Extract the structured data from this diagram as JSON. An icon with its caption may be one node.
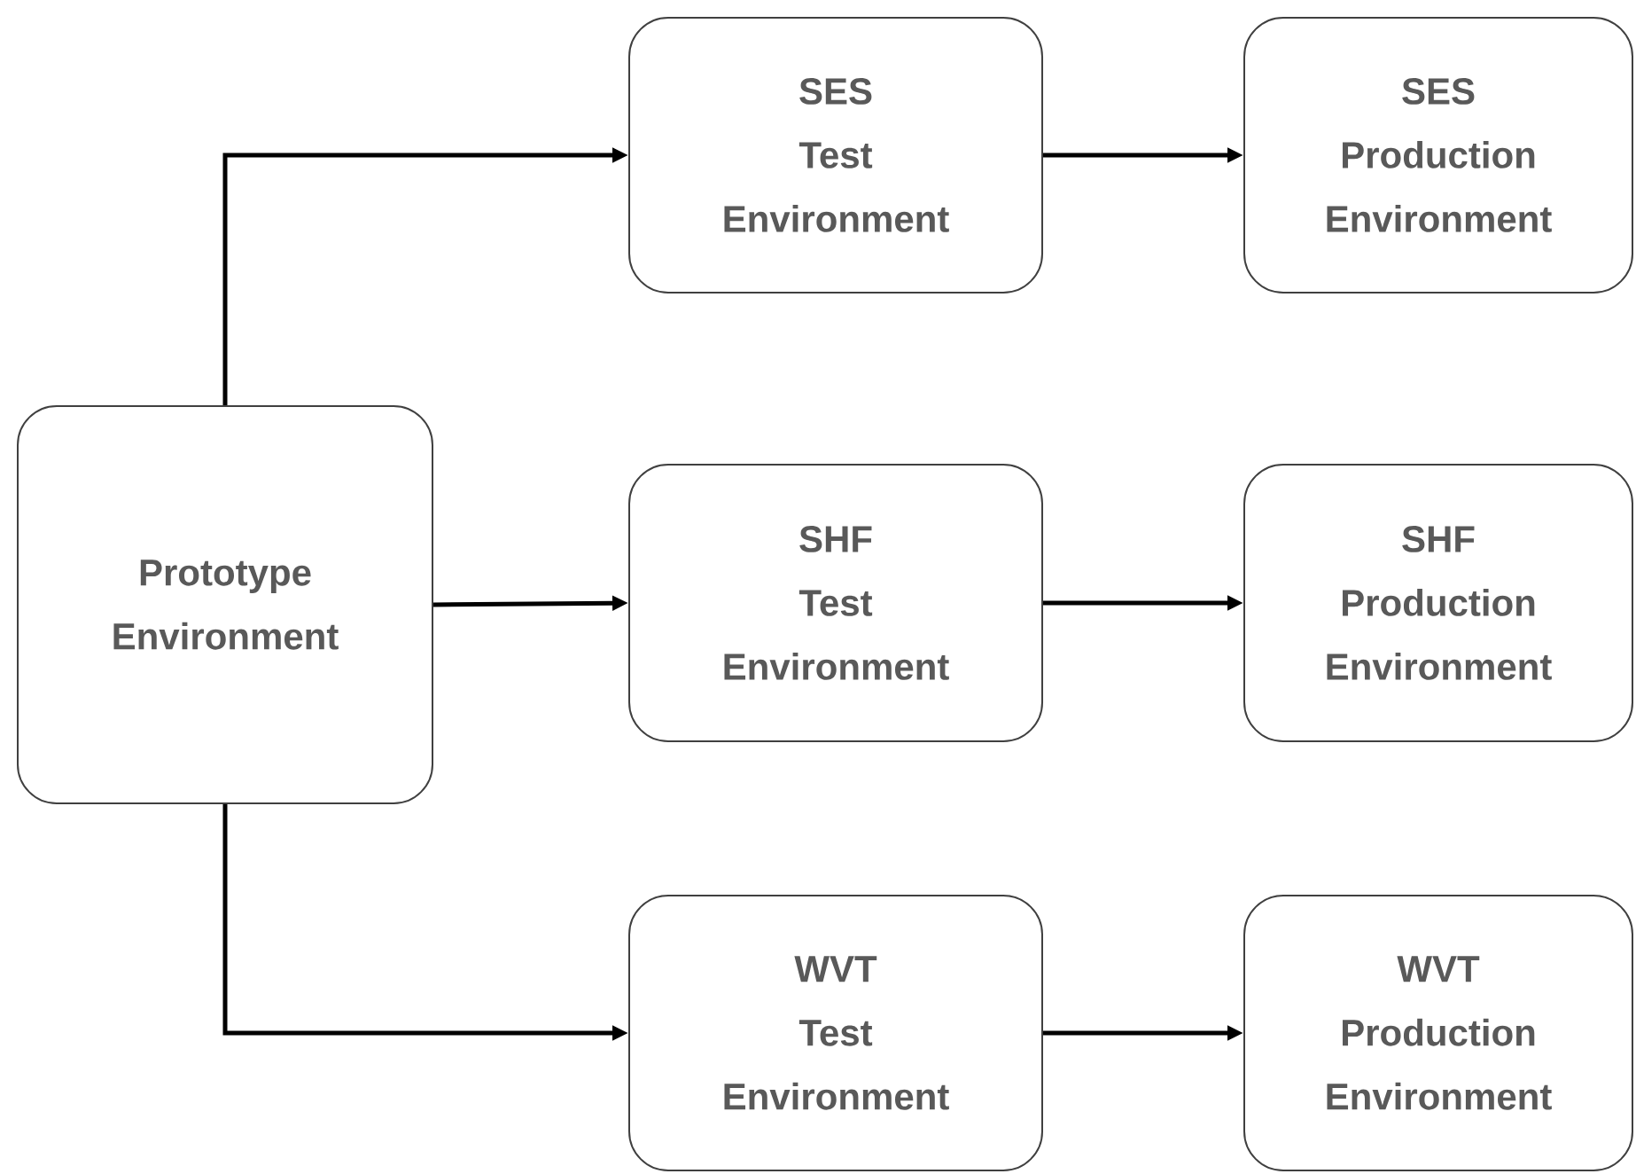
{
  "diagram": {
    "nodes": [
      {
        "text": [
          "Prototype Environment"
        ]
      },
      {
        "text": [
          "SES Test Environment"
        ]
      },
      {
        "text": [
          "SES Production Environment"
        ]
      },
      {
        "text": [
          "SHF Test Environment"
        ]
      },
      {
        "text": [
          "SHF Production Environment"
        ]
      },
      {
        "text": [
          "WVT Test Environment"
        ]
      },
      {
        "text": [
          "WVT Production Environment"
        ]
      }
    ],
    "edges": [
      {
        "from": 0,
        "to": 1,
        "arrow": "to"
      },
      {
        "from": 1,
        "to": 2,
        "arrow": "to"
      },
      {
        "from": 0,
        "to": 3,
        "arrow": "to"
      },
      {
        "from": 3,
        "to": 4,
        "arrow": "to"
      },
      {
        "from": 0,
        "to": 5,
        "arrow": "to"
      },
      {
        "from": 5,
        "to": 6,
        "arrow": "to"
      }
    ]
  }
}
